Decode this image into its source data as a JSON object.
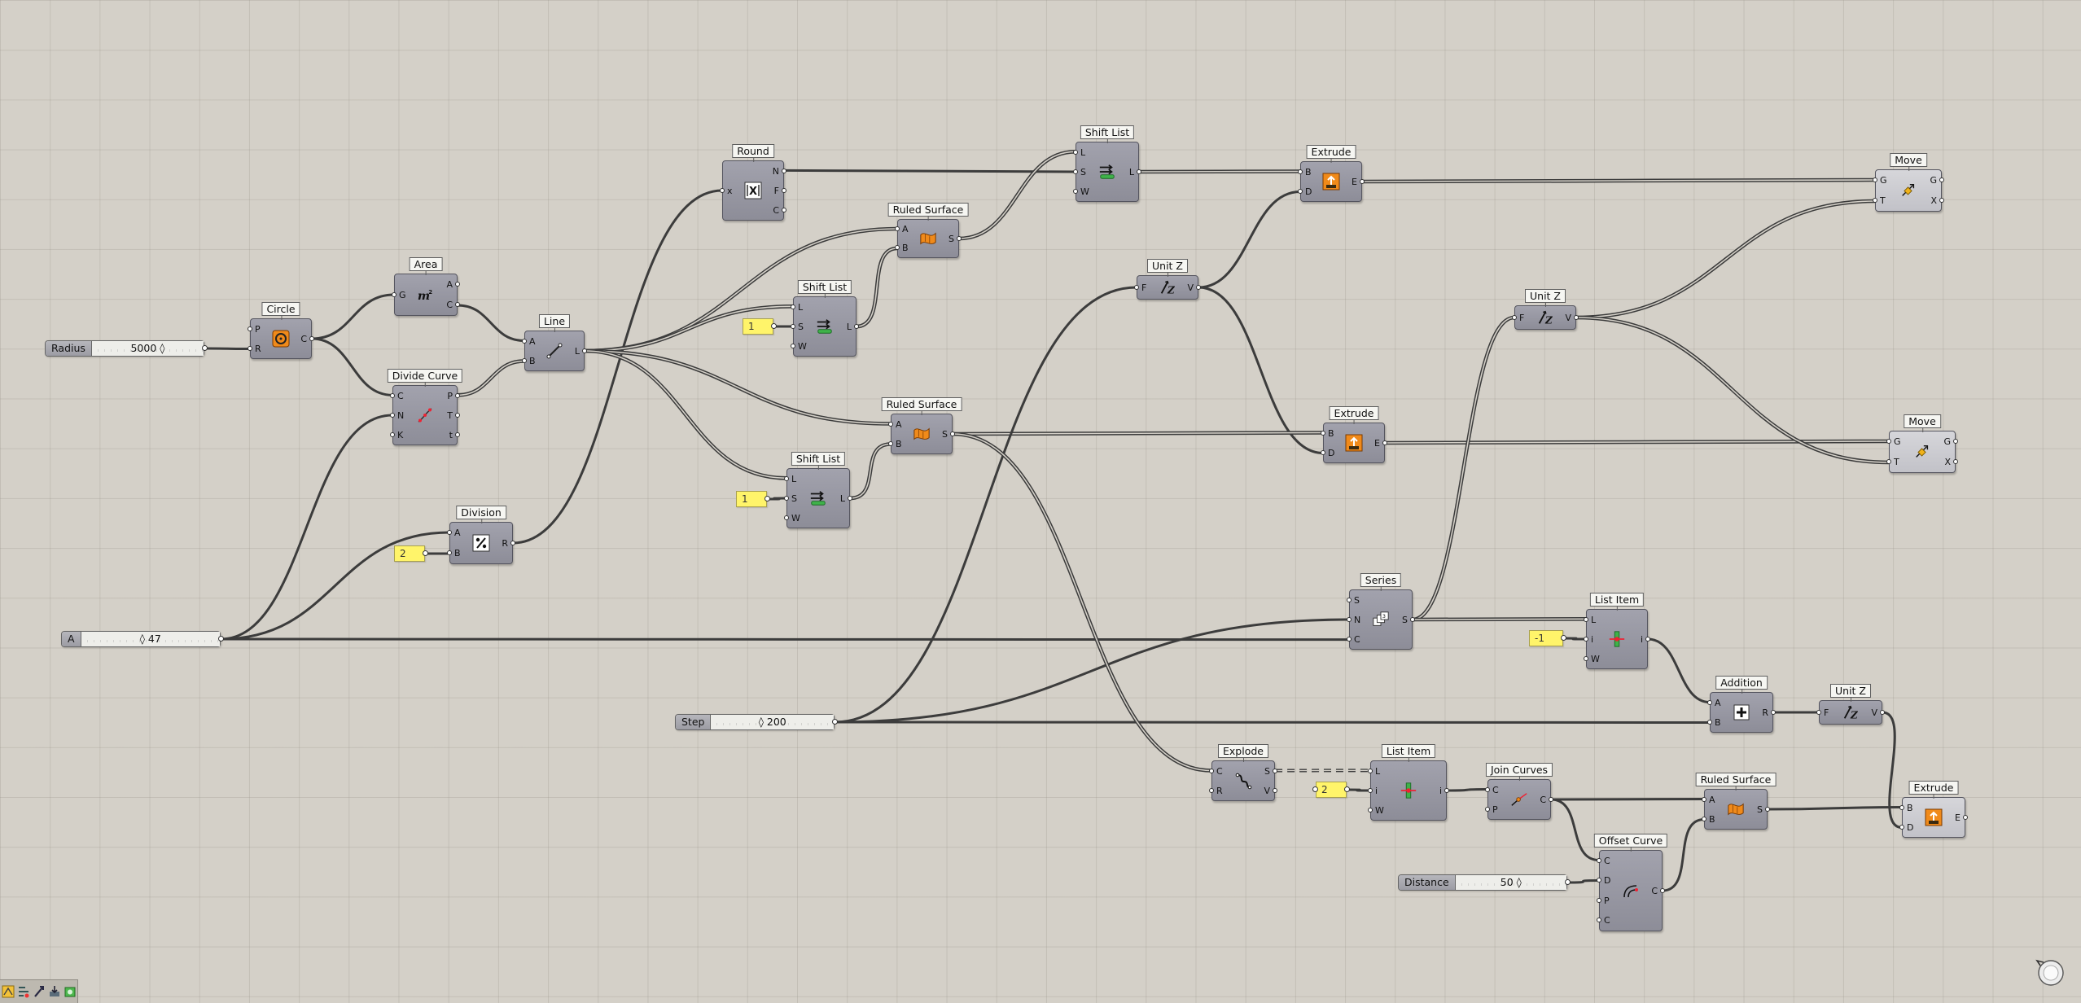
{
  "sliders": [
    {
      "id": "radius",
      "name": "Radius",
      "value": "5000 ◊"
    },
    {
      "id": "a",
      "name": "A",
      "value": "◊ 47"
    },
    {
      "id": "step",
      "name": "Step",
      "value": "◊ 200"
    },
    {
      "id": "distance",
      "name": "Distance",
      "value": "50 ◊"
    }
  ],
  "panels": [
    {
      "id": "p1",
      "value": "1"
    },
    {
      "id": "p2",
      "value": "1"
    },
    {
      "id": "p3",
      "value": "2"
    },
    {
      "id": "p4",
      "value": "-1"
    },
    {
      "id": "p5",
      "value": "2"
    }
  ],
  "components": [
    {
      "id": "circle",
      "label": "Circle",
      "inputs": [
        "P",
        "R"
      ],
      "outputs": [
        "C"
      ],
      "icon": "circle-icon"
    },
    {
      "id": "area",
      "label": "Area",
      "inputs": [
        "G"
      ],
      "outputs": [
        "A",
        "C"
      ],
      "icon": "area-icon"
    },
    {
      "id": "divide",
      "label": "Divide Curve",
      "inputs": [
        "C",
        "N",
        "K"
      ],
      "outputs": [
        "P",
        "T",
        "t"
      ],
      "icon": "divide-curve-icon"
    },
    {
      "id": "line",
      "label": "Line",
      "inputs": [
        "A",
        "B"
      ],
      "outputs": [
        "L"
      ],
      "icon": "line-icon"
    },
    {
      "id": "division",
      "label": "Division",
      "inputs": [
        "A",
        "B"
      ],
      "outputs": [
        "R"
      ],
      "icon": "division-icon"
    },
    {
      "id": "round",
      "label": "Round",
      "inputs": [
        "x"
      ],
      "outputs": [
        "N",
        "F",
        "C"
      ],
      "icon": "round-icon"
    },
    {
      "id": "shift1",
      "label": "Shift List",
      "inputs": [
        "L",
        "S",
        "W"
      ],
      "outputs": [
        "L"
      ],
      "icon": "shift-list-icon"
    },
    {
      "id": "ruled1",
      "label": "Ruled Surface",
      "inputs": [
        "A",
        "B"
      ],
      "outputs": [
        "S"
      ],
      "icon": "ruled-surface-icon"
    },
    {
      "id": "ruled2",
      "label": "Ruled Surface",
      "inputs": [
        "A",
        "B"
      ],
      "outputs": [
        "S"
      ],
      "icon": "ruled-surface-icon"
    },
    {
      "id": "shift2",
      "label": "Shift List",
      "inputs": [
        "L",
        "S",
        "W"
      ],
      "outputs": [
        "L"
      ],
      "icon": "shift-list-icon"
    },
    {
      "id": "shift3",
      "label": "Shift List",
      "inputs": [
        "L",
        "S",
        "W"
      ],
      "outputs": [
        "L"
      ],
      "icon": "shift-list-icon"
    },
    {
      "id": "unitz1",
      "label": "Unit Z",
      "inputs": [
        "F"
      ],
      "outputs": [
        "V"
      ],
      "icon": "unit-z-icon"
    },
    {
      "id": "extrude1",
      "label": "Extrude",
      "inputs": [
        "B",
        "D"
      ],
      "outputs": [
        "E"
      ],
      "icon": "extrude-icon"
    },
    {
      "id": "extrude2",
      "label": "Extrude",
      "inputs": [
        "B",
        "D"
      ],
      "outputs": [
        "E"
      ],
      "icon": "extrude-icon"
    },
    {
      "id": "unitz2",
      "label": "Unit Z",
      "inputs": [
        "F"
      ],
      "outputs": [
        "V"
      ],
      "icon": "unit-z-icon"
    },
    {
      "id": "move1",
      "label": "Move",
      "inputs": [
        "G",
        "T"
      ],
      "outputs": [
        "G",
        "X"
      ],
      "icon": "move-icon"
    },
    {
      "id": "move2",
      "label": "Move",
      "inputs": [
        "G",
        "T"
      ],
      "outputs": [
        "G",
        "X"
      ],
      "icon": "move-icon"
    },
    {
      "id": "series",
      "label": "Series",
      "inputs": [
        "S",
        "N",
        "C"
      ],
      "outputs": [
        "S"
      ],
      "icon": "series-icon"
    },
    {
      "id": "listitem1",
      "label": "List Item",
      "inputs": [
        "L",
        "i",
        "W"
      ],
      "outputs": [
        "i"
      ],
      "icon": "list-item-icon"
    },
    {
      "id": "addition",
      "label": "Addition",
      "inputs": [
        "A",
        "B"
      ],
      "outputs": [
        "R"
      ],
      "icon": "addition-icon"
    },
    {
      "id": "unitz3",
      "label": "Unit Z",
      "inputs": [
        "F"
      ],
      "outputs": [
        "V"
      ],
      "icon": "unit-z-icon"
    },
    {
      "id": "explode",
      "label": "Explode",
      "inputs": [
        "C",
        "R"
      ],
      "outputs": [
        "S",
        "V"
      ],
      "icon": "explode-icon"
    },
    {
      "id": "listitem2",
      "label": "List Item",
      "inputs": [
        "L",
        "i",
        "W"
      ],
      "outputs": [
        "i"
      ],
      "icon": "list-item-icon"
    },
    {
      "id": "join",
      "label": "Join Curves",
      "inputs": [
        "C",
        "P"
      ],
      "outputs": [
        "C"
      ],
      "icon": "join-curves-icon"
    },
    {
      "id": "ruled3",
      "label": "Ruled Surface",
      "inputs": [
        "A",
        "B"
      ],
      "outputs": [
        "S"
      ],
      "icon": "ruled-surface-icon"
    },
    {
      "id": "offset",
      "label": "Offset Curve",
      "inputs": [
        "C",
        "D",
        "P",
        "C"
      ],
      "outputs": [
        "C"
      ],
      "icon": "offset-curve-icon"
    },
    {
      "id": "extrude3",
      "label": "Extrude",
      "inputs": [
        "B",
        "D"
      ],
      "outputs": [
        "E"
      ],
      "icon": "extrude-icon"
    }
  ],
  "toolbar": {
    "buttons": [
      "sketch-tool-icon",
      "sort-tool-icon",
      "magnet-tool-icon",
      "export-tool-icon",
      "preview-tool-icon"
    ]
  },
  "colors": {
    "canvas": "#d4d0c8",
    "component": "#9696a0",
    "panel": "#fff46a",
    "wire": "#3c3c3c",
    "icon-orange": "#f08a1a"
  }
}
